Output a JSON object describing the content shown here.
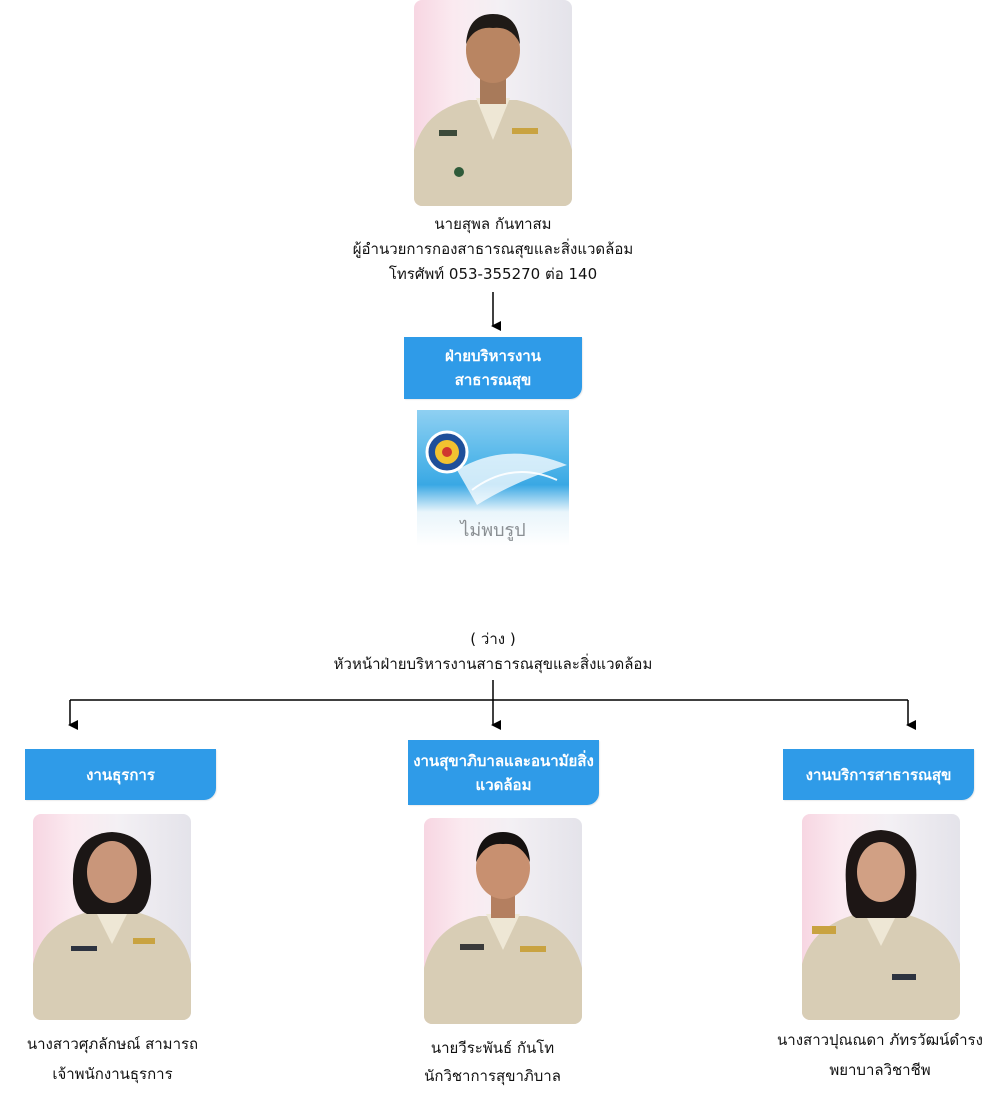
{
  "director": {
    "name": "นายสุพล  กันทาสม",
    "position": "ผู้อำนวยการกองสาธารณสุขและสิ่งแวดล้อม",
    "phone": "โทรศัพท์ 053-355270 ต่อ 140"
  },
  "division": {
    "title_line1": "ฝ่ายบริหารงาน",
    "title_line2": "สาธารณสุข",
    "placeholder_caption": "ไม่พบรูป",
    "head_name": "( ว่าง )",
    "head_position": "หัวหน้าฝ่ายบริหารงานสาธารณสุขและสิ่งแวดล้อม"
  },
  "units": [
    {
      "title_line1": "งานธุรการ",
      "title_line2": "",
      "name": "นางสาวศุภลักษณ์ สามารถ",
      "position": "เจ้าพนักงานธุรการ"
    },
    {
      "title_line1": "งานสุขาภิบาลและอนามัยสิ่ง",
      "title_line2": "แวดล้อม",
      "name": "นายวีระพันธ์  กันโท",
      "position": "นักวิชาการสุขาภิบาล"
    },
    {
      "title_line1": "งานบริการสาธารณสุข",
      "title_line2": "",
      "name": "นางสาวปุณณดา  ภัทรวัฒน์ดำรง",
      "position": "พยาบาลวิชาชีพ"
    }
  ],
  "colors": {
    "header_blue": "#2f9be8",
    "uniform": "#d8cdb5",
    "line": "#000000"
  }
}
